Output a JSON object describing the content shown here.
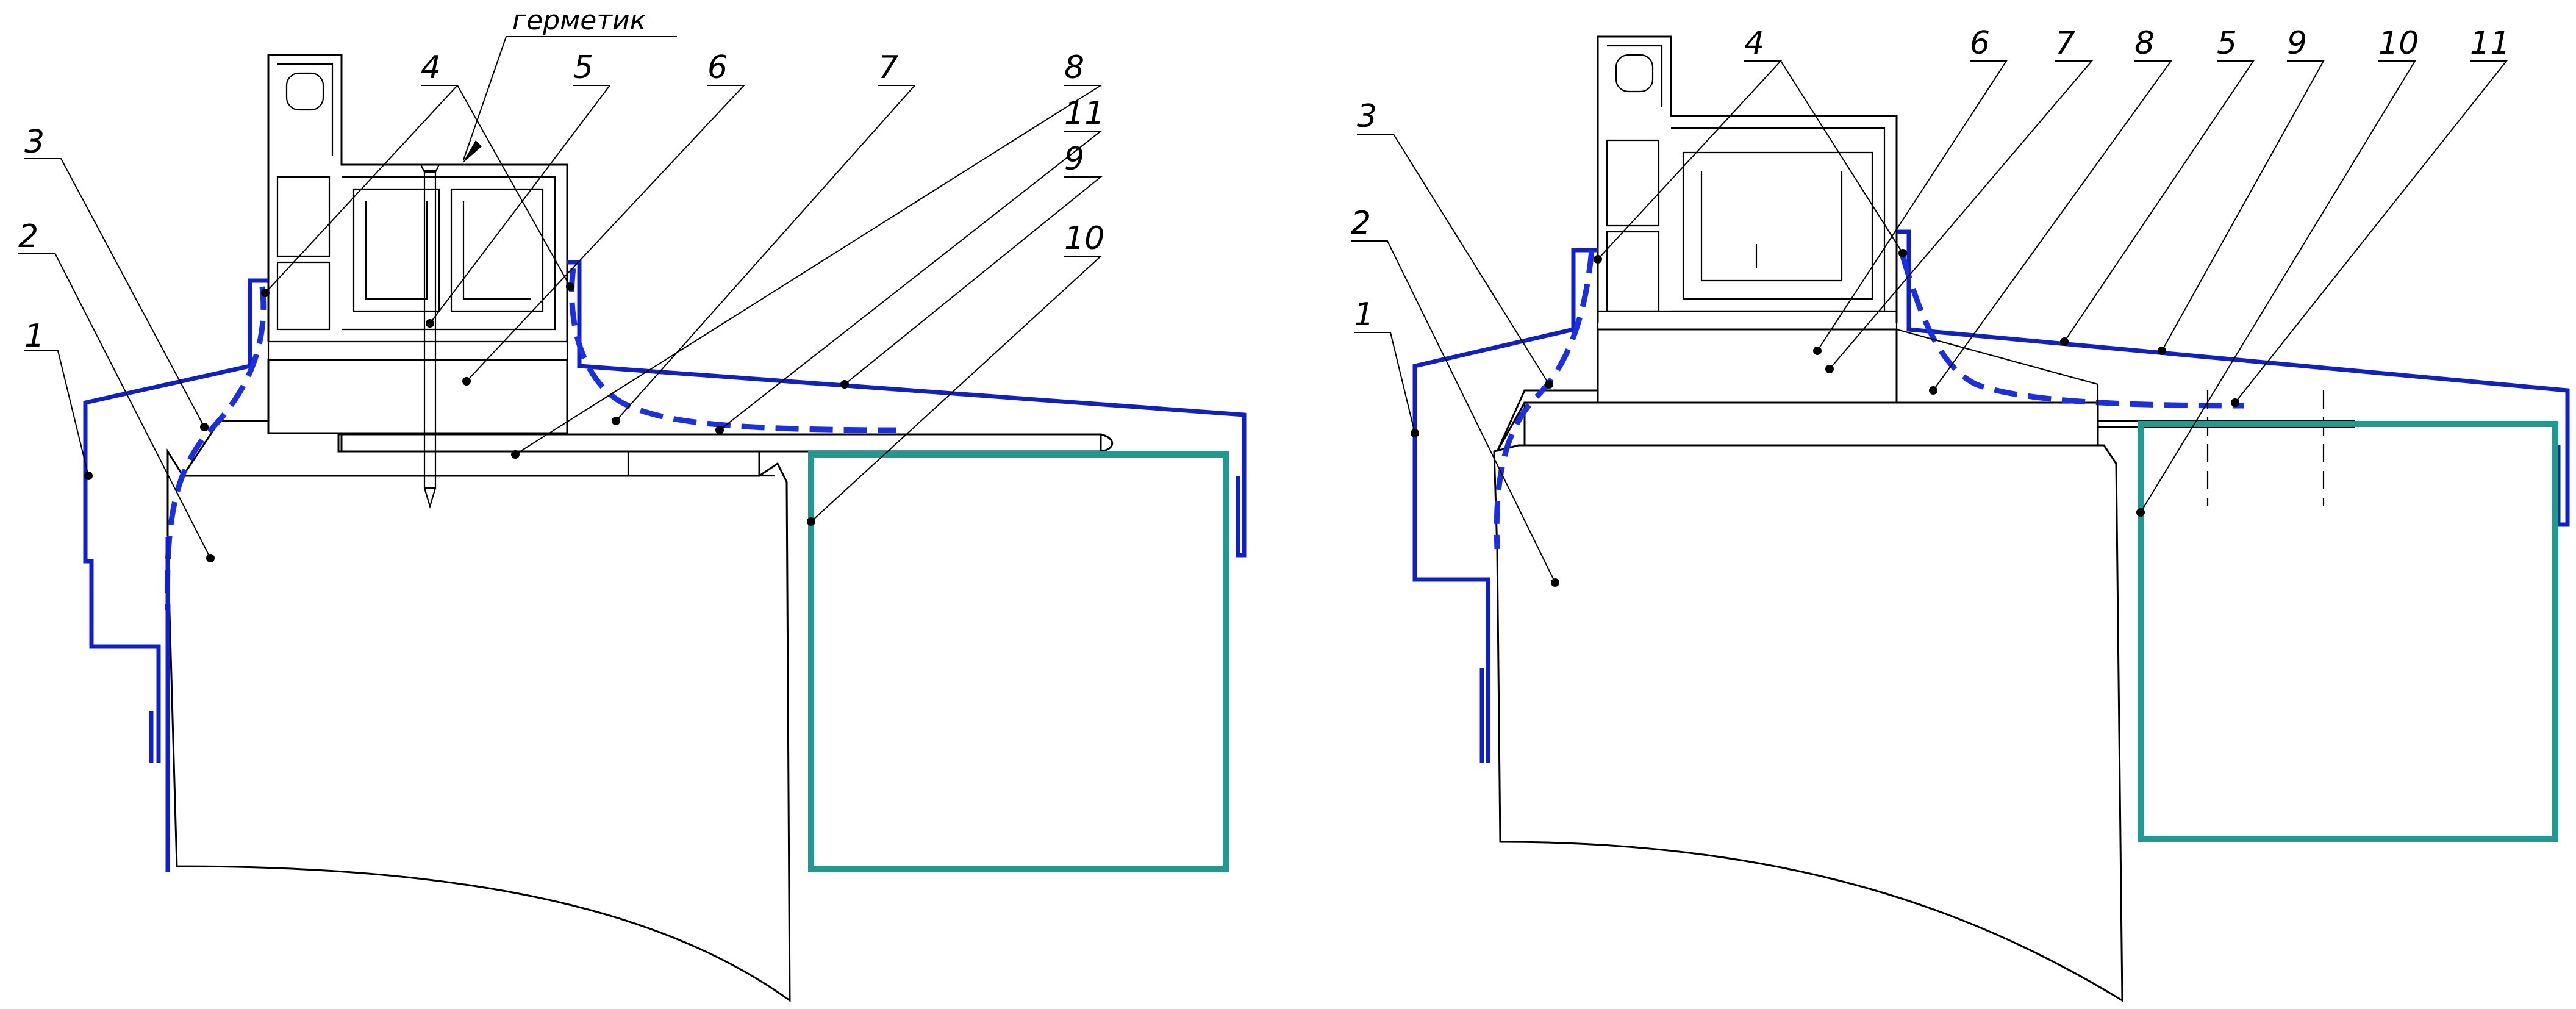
{
  "colors": {
    "flashing": "#1020c8",
    "membrane": "#1a2fe0",
    "frame": "#1f9a93"
  },
  "left_detail": {
    "sealant_label": "герметик",
    "callouts": [
      "1",
      "2",
      "3",
      "4",
      "5",
      "6",
      "7",
      "8",
      "9",
      "10",
      "11"
    ]
  },
  "right_detail": {
    "callouts": [
      "1",
      "2",
      "3",
      "4",
      "5",
      "6",
      "7",
      "8",
      "9",
      "10",
      "11"
    ]
  }
}
